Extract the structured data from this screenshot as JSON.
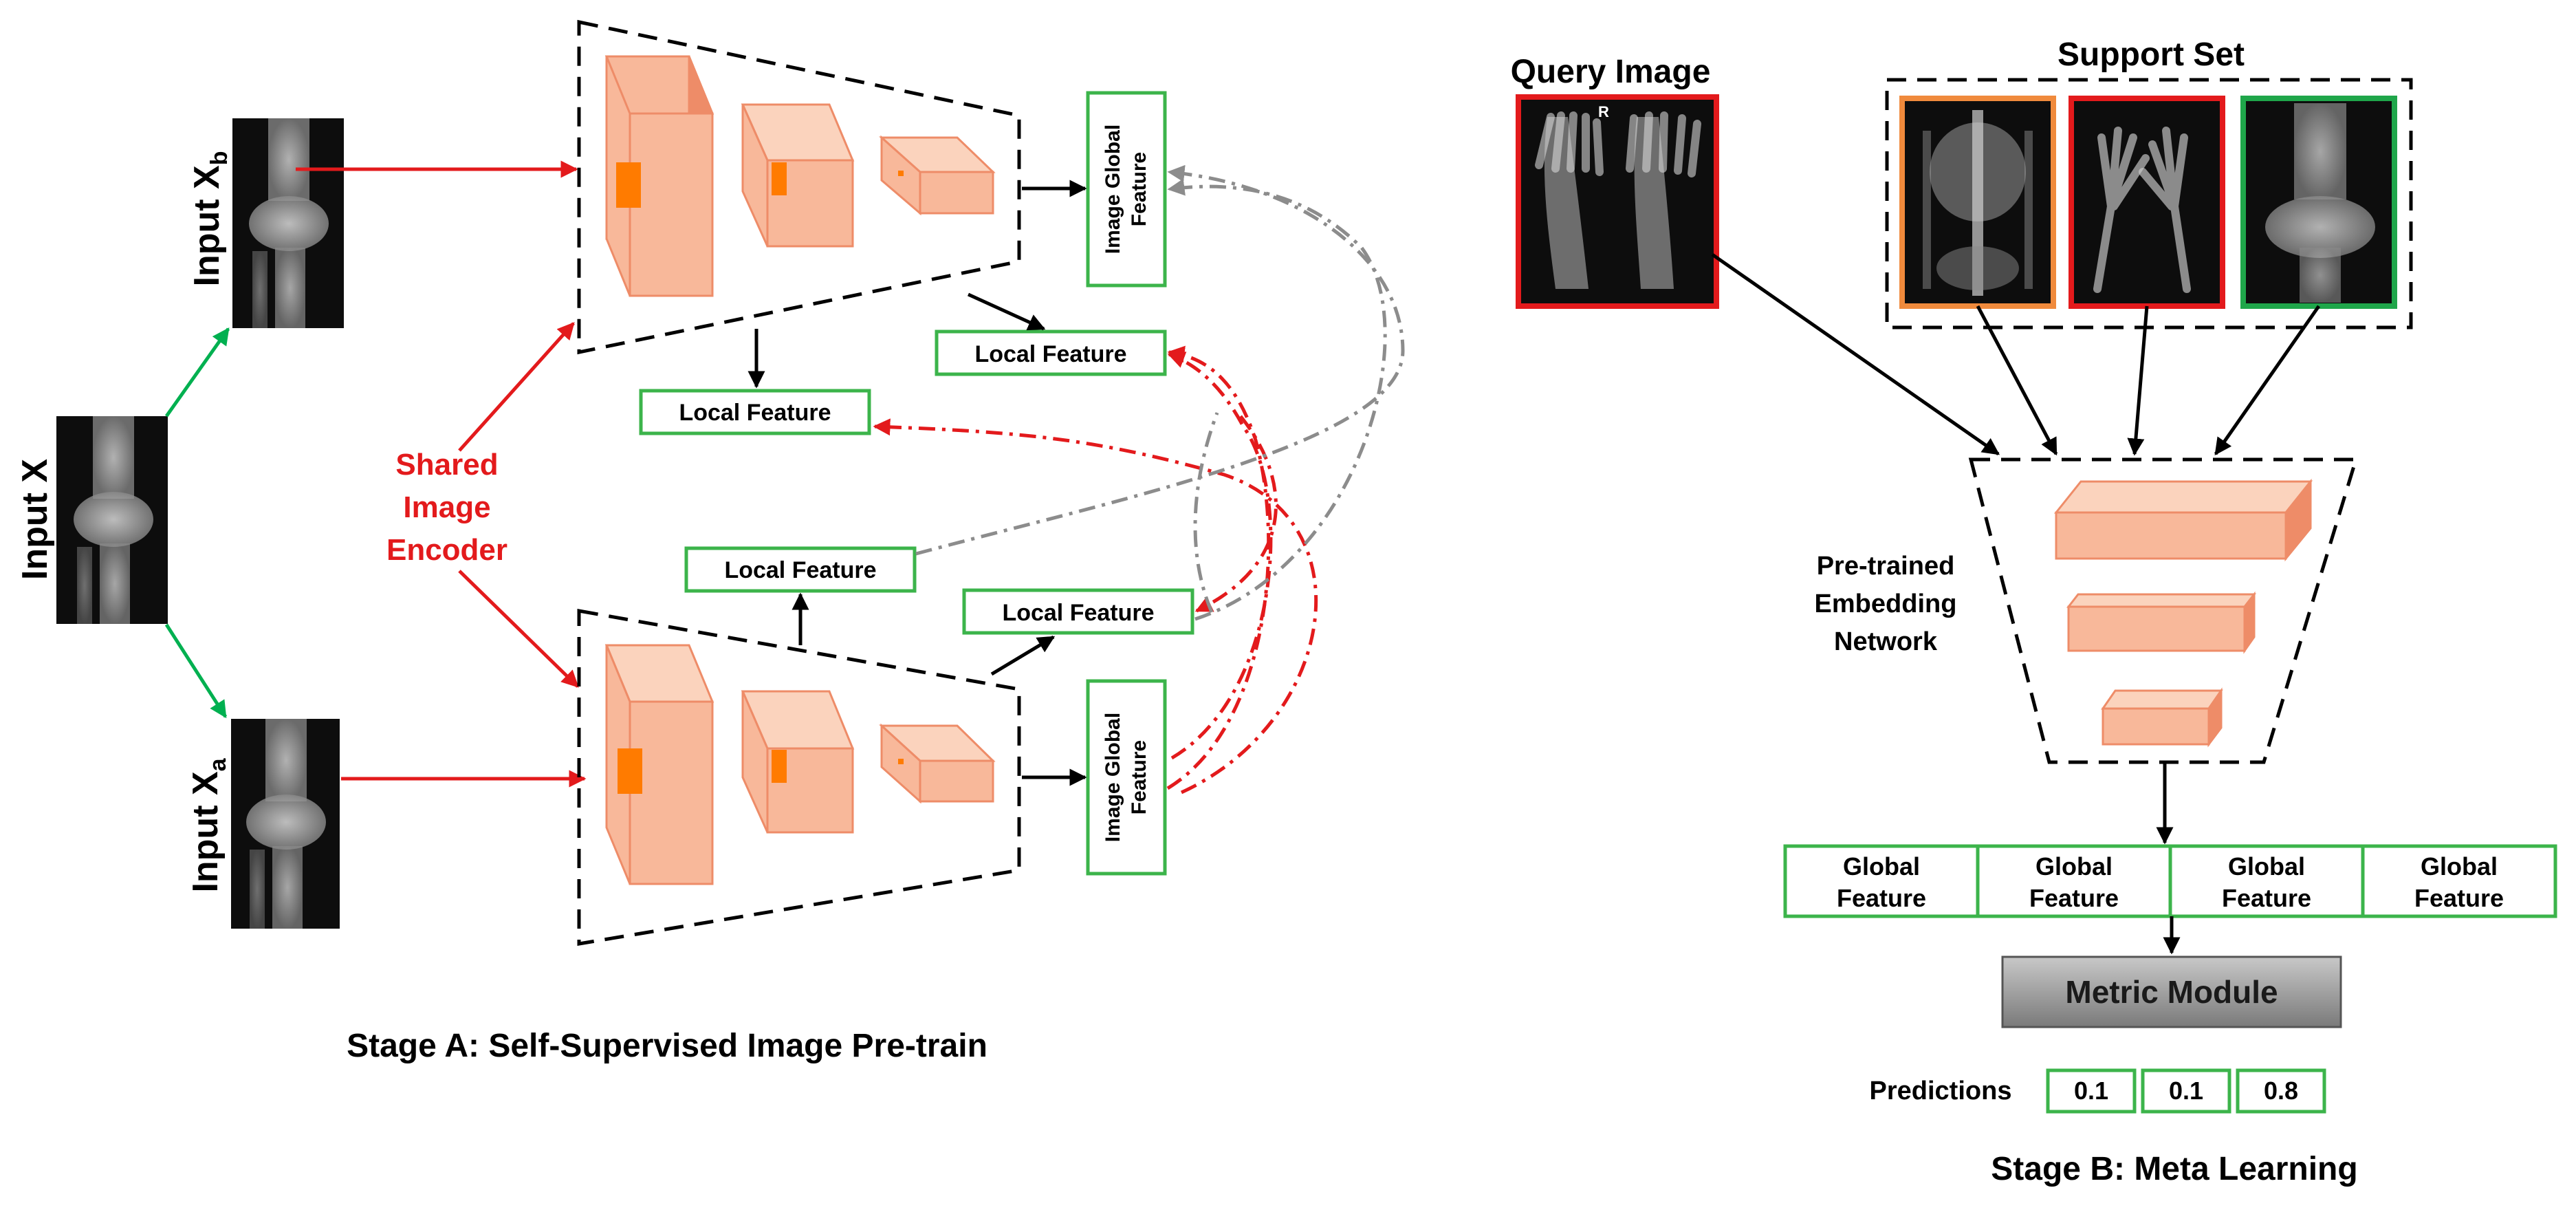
{
  "stage_a": {
    "inputs": {
      "x": "Input X",
      "xb_main": "Input X",
      "xb_sub": "b",
      "xa_main": "Input X",
      "xa_sub": "a"
    },
    "encoder": {
      "line1": "Shared",
      "line2": "Image",
      "line3": "Encoder"
    },
    "local_feature": "Local Feature",
    "global_feature": {
      "line1": "Image Global",
      "line2": "Feature"
    },
    "caption": "Stage A: Self-Supervised Image Pre-train"
  },
  "stage_b": {
    "query_title": "Query Image",
    "support_title": "Support Set",
    "query_marker": "R",
    "embedding": {
      "line1": "Pre-trained",
      "line2": "Embedding",
      "line3": "Network"
    },
    "global_feature": {
      "line1": "Global",
      "line2": "Feature"
    },
    "metric_module": "Metric Module",
    "predictions_label": "Predictions",
    "predictions": [
      "0.1",
      "0.1",
      "0.8"
    ],
    "caption": "Stage B: Meta Learning"
  },
  "colors": {
    "black": "#000000",
    "red": "#e31a1c",
    "green_arrow": "#00b050",
    "box_green": "#3cb44b",
    "gray_arrow": "#8c8c8c",
    "orange_face": "#f8b89a",
    "orange_side": "#ee8c68",
    "orange_top": "#fbd3bd",
    "orange_dark": "#ff7b00",
    "support_orange": "#f08a3c",
    "support_red": "#e31a1c",
    "support_green": "#1fa64a"
  }
}
